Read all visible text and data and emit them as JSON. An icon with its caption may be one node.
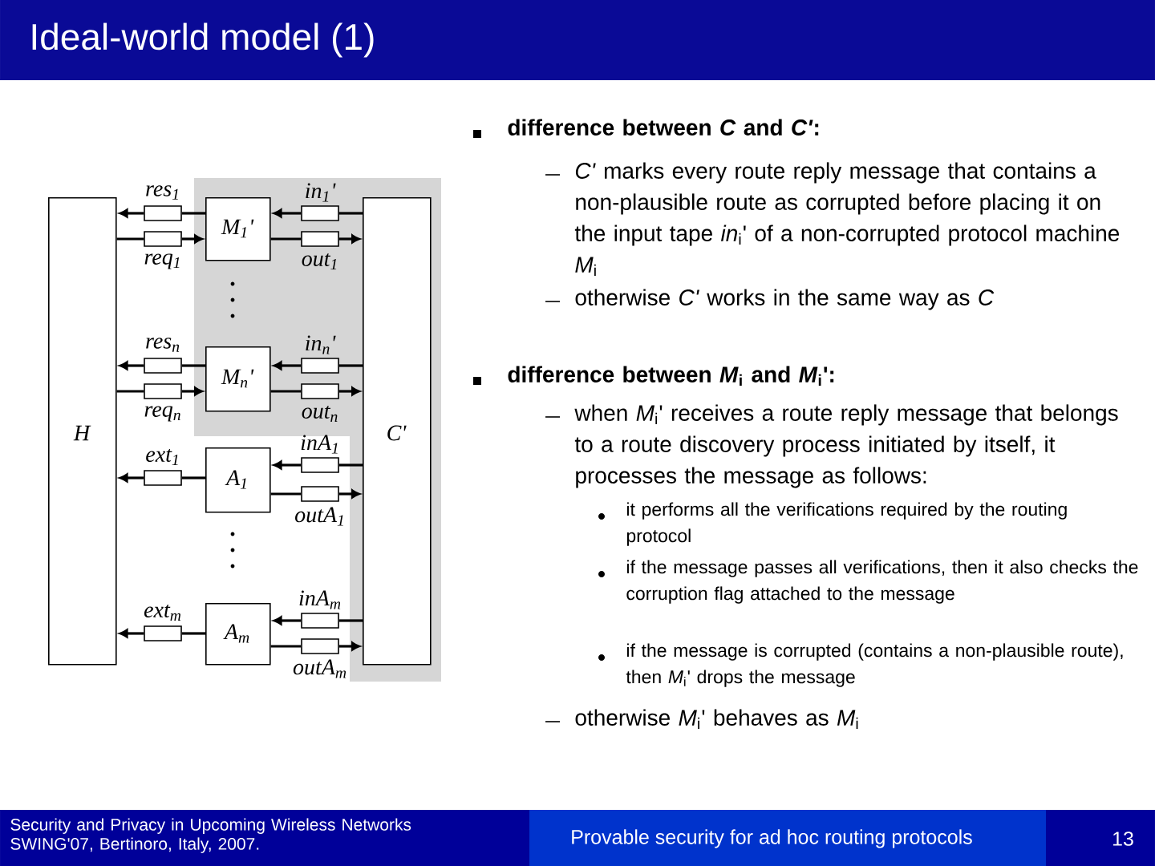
{
  "diagram": {
    "title": "Ideal-world model (1)",
    "nodes": [
      {
        "text": [
          "H"
        ]
      },
      {
        "text": [
          "C'"
        ]
      },
      {
        "text": [
          "M$_{1}$'"
        ]
      },
      {
        "text": [
          "M$_{n}$'"
        ]
      },
      {
        "text": [
          "A$_{1}$"
        ]
      },
      {
        "text": [
          "A$_{m}$"
        ]
      },
      {
        "text": [
          "res$_{1}$"
        ]
      },
      {
        "text": [
          "req$_{1}$"
        ]
      },
      {
        "text": [
          "in$_{1}$'"
        ]
      },
      {
        "text": [
          "out$_{1}$"
        ]
      },
      {
        "text": [
          "res$_{n}$"
        ]
      },
      {
        "text": [
          "req$_{n}$"
        ]
      },
      {
        "text": [
          "in$_{n}$'"
        ]
      },
      {
        "text": [
          "out$_{n}$"
        ]
      },
      {
        "text": [
          "ext$_{1}$"
        ]
      },
      {
        "text": [
          "inA$_{1}$"
        ]
      },
      {
        "text": [
          "outA$_{1}$"
        ]
      },
      {
        "text": [
          "ext$_{m}$"
        ]
      },
      {
        "text": [
          "inA$_{m}$"
        ]
      },
      {
        "text": [
          "outA$_{m}$"
        ]
      }
    ],
    "edges": [
      {
        "from": 2,
        "to": 6,
        "arrow": "none"
      },
      {
        "from": 6,
        "to": 0,
        "arrow": "to"
      },
      {
        "from": 0,
        "to": 7,
        "arrow": "none"
      },
      {
        "from": 7,
        "to": 2,
        "arrow": "to"
      },
      {
        "from": 1,
        "to": 8,
        "arrow": "none"
      },
      {
        "from": 8,
        "to": 2,
        "arrow": "to"
      },
      {
        "from": 2,
        "to": 9,
        "arrow": "none"
      },
      {
        "from": 9,
        "to": 1,
        "arrow": "to"
      },
      {
        "from": 3,
        "to": 10,
        "arrow": "none"
      },
      {
        "from": 10,
        "to": 0,
        "arrow": "to"
      },
      {
        "from": 0,
        "to": 11,
        "arrow": "none"
      },
      {
        "from": 11,
        "to": 3,
        "arrow": "to"
      },
      {
        "from": 1,
        "to": 12,
        "arrow": "none"
      },
      {
        "from": 12,
        "to": 3,
        "arrow": "to"
      },
      {
        "from": 3,
        "to": 13,
        "arrow": "none"
      },
      {
        "from": 13,
        "to": 1,
        "arrow": "to"
      },
      {
        "from": 4,
        "to": 14,
        "arrow": "none"
      },
      {
        "from": 14,
        "to": 0,
        "arrow": "to"
      },
      {
        "from": 1,
        "to": 15,
        "arrow": "none"
      },
      {
        "from": 15,
        "to": 4,
        "arrow": "to"
      },
      {
        "from": 4,
        "to": 16,
        "arrow": "none"
      },
      {
        "from": 16,
        "to": 1,
        "arrow": "to"
      },
      {
        "from": 5,
        "to": 17,
        "arrow": "none"
      },
      {
        "from": 17,
        "to": 0,
        "arrow": "to"
      },
      {
        "from": 1,
        "to": 18,
        "arrow": "none"
      },
      {
        "from": 18,
        "to": 5,
        "arrow": "to"
      },
      {
        "from": 5,
        "to": 19,
        "arrow": "none"
      },
      {
        "from": 19,
        "to": 1,
        "arrow": "to"
      }
    ],
    "labels": [
      "difference between *C* and *C'*:",
      "*C'* marks every route reply message that contains a non-plausible route as corrupted before placing it on the input tape *in*$_{i}$' of a non-corrupted protocol machine *M*$_{i}$",
      "otherwise *C'* works in the same way as *C*",
      "difference between *M*$_{i}$ and *M*$_{i}$':",
      "when *M*$_{i}$' receives a route reply message that belongs to a route discovery process initiated by itself, it processes the message as follows:",
      "it performs all the verifications required by the routing protocol",
      "if the message passes all verifications, then it also checks the corruption flag attached to the message",
      "if the message is corrupted (contains a non-plausible route), then *M*$_{i}$' drops the message",
      "otherwise *M*$_{i}$' behaves as *M*$_{i}$",
      "Security and Privacy in Upcoming Wireless Networks SWING'07, Bertinoro, Italy, 2007.",
      "Provable security for ad hoc routing protocols",
      "13"
    ]
  }
}
